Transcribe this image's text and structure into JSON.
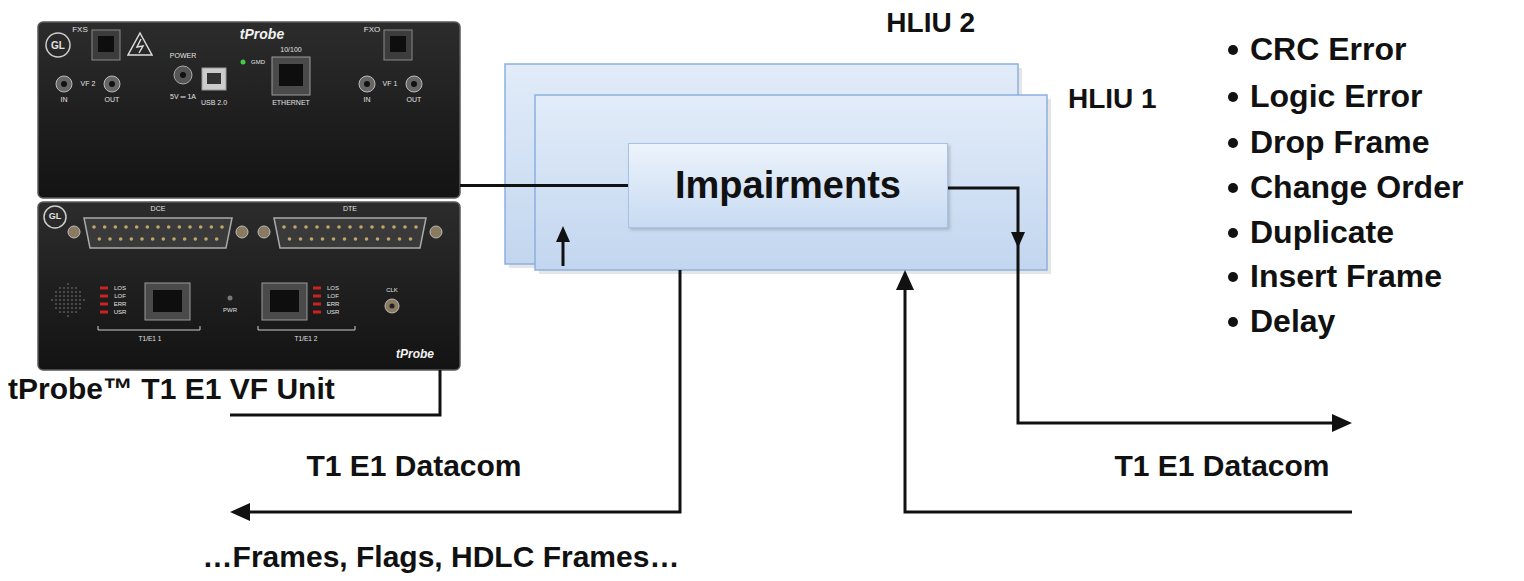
{
  "diagram": {
    "nodes": [
      {
        "text": [
          "tProbe™ T1 E1 VF Unit"
        ]
      },
      {
        "text": [
          "HLIU 2"
        ]
      },
      {
        "text": [
          "HLIU 1"
        ]
      },
      {
        "text": [
          "Impairments"
        ],
        "in": 2
      }
    ],
    "edges": [
      {
        "from": 0,
        "to": 3,
        "arrow": "none"
      }
    ],
    "labels": [
      "CRC Error",
      "Logic Error",
      "Drop Frame",
      "Change Order",
      "Duplicate",
      "Insert Frame",
      "Delay",
      "T1 E1 Datacom",
      "T1 E1 Datacom",
      "…Frames, Flags, HDLC Frames…",
      "GL",
      "FXS",
      "VF 2",
      "IN",
      "OUT",
      "POWER",
      "5V ═ 1A",
      "tProbe",
      "GMD",
      "10/100",
      "USB 2.0",
      "ETHERNET",
      "FXO",
      "VF 1",
      "IN",
      "OUT",
      "GL",
      "DCE",
      "DTE",
      "LOS",
      "LOF",
      "ERR",
      "USR",
      "T1/E1 1",
      "PWR",
      "LOS",
      "LOF",
      "ERR",
      "USR",
      "T1/E1 2",
      "CLK",
      "tProbe"
    ]
  }
}
